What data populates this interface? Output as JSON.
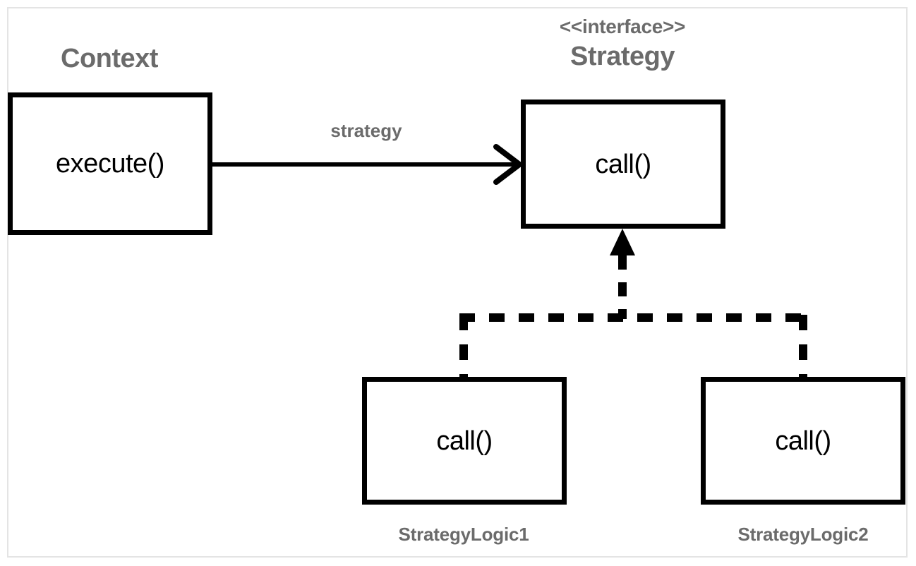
{
  "diagram": {
    "kind": "uml-class-diagram",
    "pattern_name": "Strategy",
    "colors": {
      "background": "#ffffff",
      "frame_border": "#e4e4e4",
      "box_stroke": "#000000",
      "box_fill": "#ffffff",
      "label_gray": "#6b6b6b",
      "connector": "#000000"
    },
    "nodes": [
      {
        "id": "context",
        "title": "Context",
        "stereotype": "",
        "members": [
          "execute()"
        ]
      },
      {
        "id": "strategy",
        "title": "Strategy",
        "stereotype": "<<interface>>",
        "members": [
          "call()"
        ]
      },
      {
        "id": "strategy-logic-1",
        "title": "StrategyLogic1",
        "stereotype": "",
        "members": [
          "call()"
        ]
      },
      {
        "id": "strategy-logic-2",
        "title": "StrategyLogic2",
        "stereotype": "",
        "members": [
          "call()"
        ]
      }
    ],
    "edges": [
      {
        "id": "context-to-strategy",
        "from": "context",
        "to": "strategy",
        "label": "strategy",
        "line": "solid",
        "arrowhead": "open"
      },
      {
        "id": "logic1-realizes-strategy",
        "from": "strategy-logic-1",
        "to": "strategy",
        "label": "",
        "line": "dashed",
        "arrowhead": "closed-triangle"
      },
      {
        "id": "logic2-realizes-strategy",
        "from": "strategy-logic-2",
        "to": "strategy",
        "label": "",
        "line": "dashed",
        "arrowhead": "closed-triangle"
      }
    ]
  }
}
